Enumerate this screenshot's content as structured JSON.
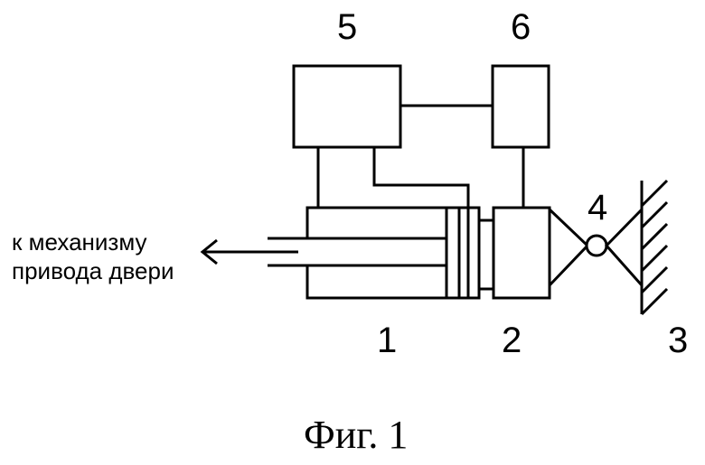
{
  "labels": {
    "n1": "1",
    "n2": "2",
    "n3": "3",
    "n4": "4",
    "n5": "5",
    "n6": "6"
  },
  "arrow_text": {
    "line1": "к механизму",
    "line2": "привода двери"
  },
  "caption": "Фиг. 1"
}
